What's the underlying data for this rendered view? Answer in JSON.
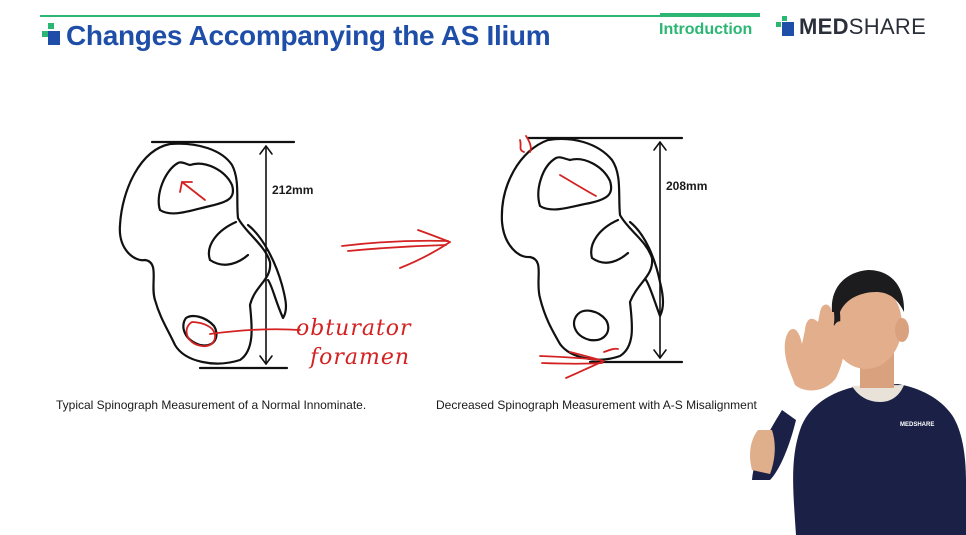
{
  "header": {
    "title": "Changes Accompanying the AS Ilium",
    "section": "Introduction",
    "logo_bold": "MED",
    "logo_light": "SHARE"
  },
  "figures": {
    "left": {
      "measurement": "212mm",
      "caption": "Typical Spinograph Measurement of a Normal Innominate."
    },
    "right": {
      "measurement": "208mm",
      "caption": "Decreased Spinograph Measurement with A-S Misalignment"
    }
  },
  "annotations": {
    "line1": "obturator",
    "line2": "foramen"
  },
  "presenter": {
    "shirt_logo": "MEDSHARE"
  },
  "colors": {
    "title": "#1e4ea8",
    "accent": "#2bb673",
    "ink": "#d42222",
    "shirt": "#1b2146"
  }
}
